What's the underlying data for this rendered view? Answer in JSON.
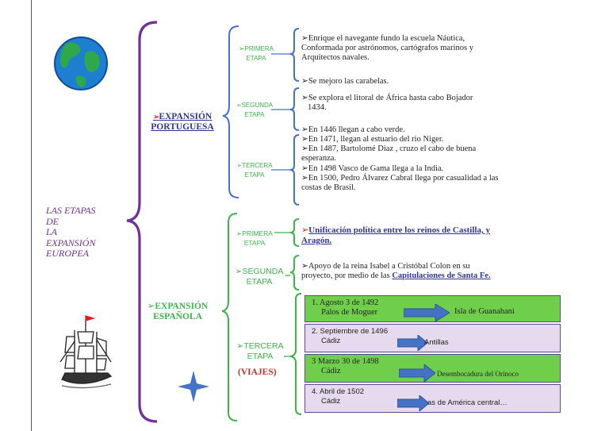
{
  "title": {
    "lines": [
      "LAS ETAPAS",
      "DE",
      "LA",
      "EXPANSIÓN",
      "EUROPEA"
    ]
  },
  "portugal": {
    "branch": [
      "EXPANSIÓN",
      "PORTUGUESA"
    ],
    "stages": [
      {
        "label": [
          "PRIMERA",
          "ETAPA"
        ],
        "notes": [
          "Enrique el navegante fundo la escuela Náutica,",
          "Conformada por astrónomos, cartógrafos marinos y",
          "Arquitectos navales.",
          "Se mejoro las carabelas."
        ]
      },
      {
        "label": [
          "SEGUNDA",
          "ETAPA"
        ],
        "notes": [
          "Se explora el litoral de África hasta cabo Bojador",
          "1434.",
          "En 1446 llegan a cabo verde."
        ]
      },
      {
        "label": [
          "TERCERA",
          "ETAPA"
        ],
        "notes": [
          "En 1471, llegan al estuario del rio Niger.",
          "En 1487, Bartolomé Diaz , cruzo el cabo de buena",
          "esperanza.",
          "En 1498 Vasco de Gama llega a la India.",
          "En 1500, Pedro Álvarez Cabral llega por casualidad  a las",
          "costas de Brasil."
        ]
      }
    ]
  },
  "spain": {
    "branch": [
      "EXPANSIÓN",
      "ESPAÑOLA"
    ],
    "stages": [
      {
        "label": [
          "PRIMERA",
          "ETAPA"
        ],
        "notes": [
          "Unificación política entre los reinos de Castilla, y",
          "Aragón."
        ]
      },
      {
        "label": [
          "SEGUNDA",
          "ETAPA"
        ],
        "notes": [
          "Apoyo de la reina Isabel a Cristóbal Colon en su",
          "proyecto, por medio de las ",
          "Capitulaciones de Santa Fe."
        ]
      },
      {
        "label": [
          "TERCERA",
          "ETAPA"
        ],
        "extra": "(VIAJES)"
      }
    ],
    "trips": [
      {
        "line1": "1.   Agosto 3 de 1492",
        "line2": "Palos de Moguer",
        "dest": "Isla de Guanahani"
      },
      {
        "line1": "2. Septiembre de 1496",
        "line2": "Cádiz",
        "dest": "Antillas"
      },
      {
        "line1": "3    Marzo 30 de 1498",
        "line2": "Cádiz",
        "dest": "Desembocadura del Orinoco"
      },
      {
        "line1": "4. Abril de 1502",
        "line2": "Cádiz",
        "dest": "as de América central…"
      }
    ]
  },
  "bullet": "➢",
  "colors": {
    "purple": "#7030a0",
    "blue": "#4472c4",
    "green": "#3bb44a",
    "link": "#2f3699",
    "red": "#e02020",
    "trip_green": "#6fcf4b",
    "trip_lilac": "#e6dbee"
  },
  "icons": [
    "globe-icon",
    "star-icon",
    "ship-icon",
    "arrow-right-icon"
  ]
}
